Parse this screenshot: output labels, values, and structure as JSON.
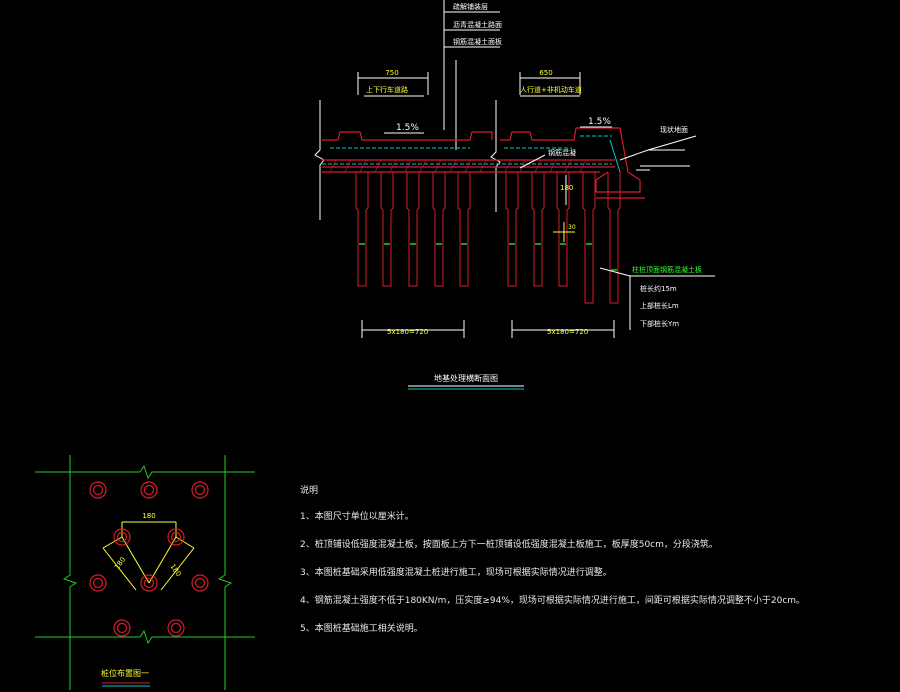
{
  "colors": {
    "background": "#000000",
    "pile": "#d81b2a",
    "dim_line": "#ffffff",
    "dim_text": "#ffff33",
    "leader": "#ffffff",
    "hatch": "#00c8c8",
    "grid": "#22cc22",
    "cross_line": "#ffff33",
    "green_text": "#33ff33"
  },
  "section": {
    "top_callouts": [
      "疏解铺装层",
      "沥青混凝土路面",
      "钢筋混凝土面板"
    ],
    "left_width": "750",
    "right_width": "650",
    "left_label": "上下行车道路",
    "right_label": "人行道+非机动车道",
    "slope_left": "1.5%",
    "slope_right": "1.5%",
    "existing_ground": "现状地面",
    "steel_label": "钢筋混凝",
    "dim_180": "180",
    "dim_30": "30",
    "pile_callouts": [
      "柱桩顶面钢筋混凝土板",
      "桩长约15m",
      "上部桩长Lm",
      "下部桩长Ym"
    ],
    "bottom_left_dim": "5x180=720",
    "bottom_right_dim": "5x180=720",
    "title": "地基处理横断面图"
  },
  "plan": {
    "dim_top": "180",
    "dim_left": "180",
    "dim_right": "180",
    "title": "桩位布置图一"
  },
  "notes": {
    "title": "说明",
    "items": [
      "1、本图尺寸单位以厘米计。",
      "2、桩顶铺设低强度混凝土板，按面板上方下一桩顶铺设低强度混凝土板施工，板厚度50cm，分段浇筑。",
      "3、本图桩基础采用低强度混凝土桩进行施工，现场可根据实际情况进行调整。",
      "4、钢筋混凝土强度不低于180KN/m，压实度≥94%，现场可根据实际情况进行施工，间距可根据实际情况调整不小于20cm。",
      "5、本图桩基础施工相关说明。"
    ]
  }
}
